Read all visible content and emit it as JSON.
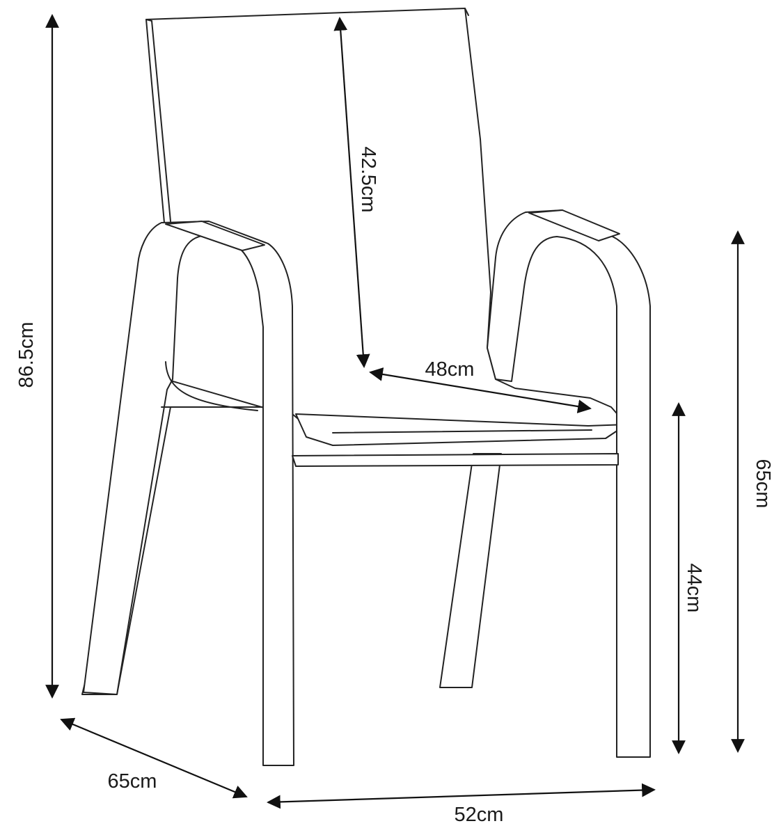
{
  "diagram": {
    "subject": "stacking armchair dimensions",
    "dimensions": {
      "total_height": "86.5cm",
      "backrest_height": "42.5cm",
      "seat_width": "48cm",
      "armrest_height": "65cm",
      "seat_height": "44cm",
      "depth": "65cm",
      "width": "52cm"
    },
    "colors": {
      "line": "#222222",
      "background": "#ffffff"
    }
  }
}
